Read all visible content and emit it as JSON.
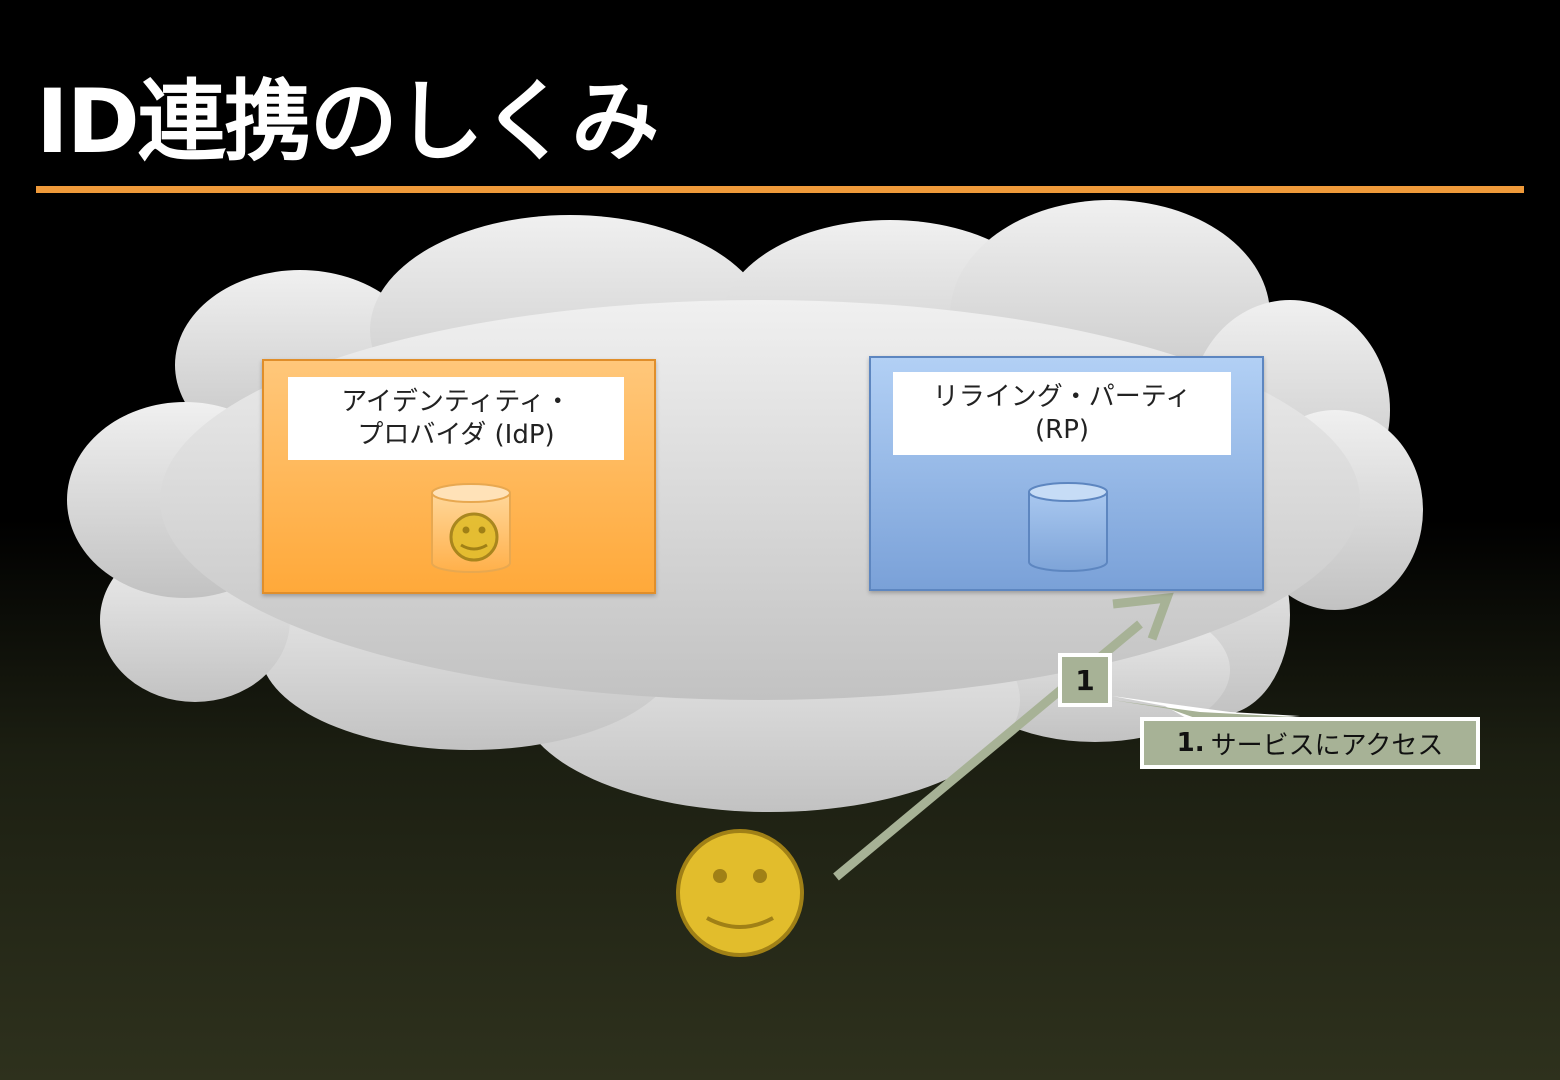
{
  "slide": {
    "title": "ID連携のしくみ",
    "accent_color": "#ef9a3a"
  },
  "idp": {
    "label_line1": "アイデンティティ・",
    "label_line2": "プロバイダ (IdP)",
    "color": "#ffa93a",
    "icon": "database-smiley-icon"
  },
  "rp": {
    "label_line1": "リライング・パーティ",
    "label_line2": "(RP)",
    "color": "#7aa1d8",
    "icon": "database-icon"
  },
  "user": {
    "icon": "smiley-face-icon",
    "color": "#e2bd2c"
  },
  "steps": [
    {
      "number": "1",
      "number_prefix": "1.",
      "text": "サービスにアクセス",
      "color": "#a7b296"
    }
  ]
}
